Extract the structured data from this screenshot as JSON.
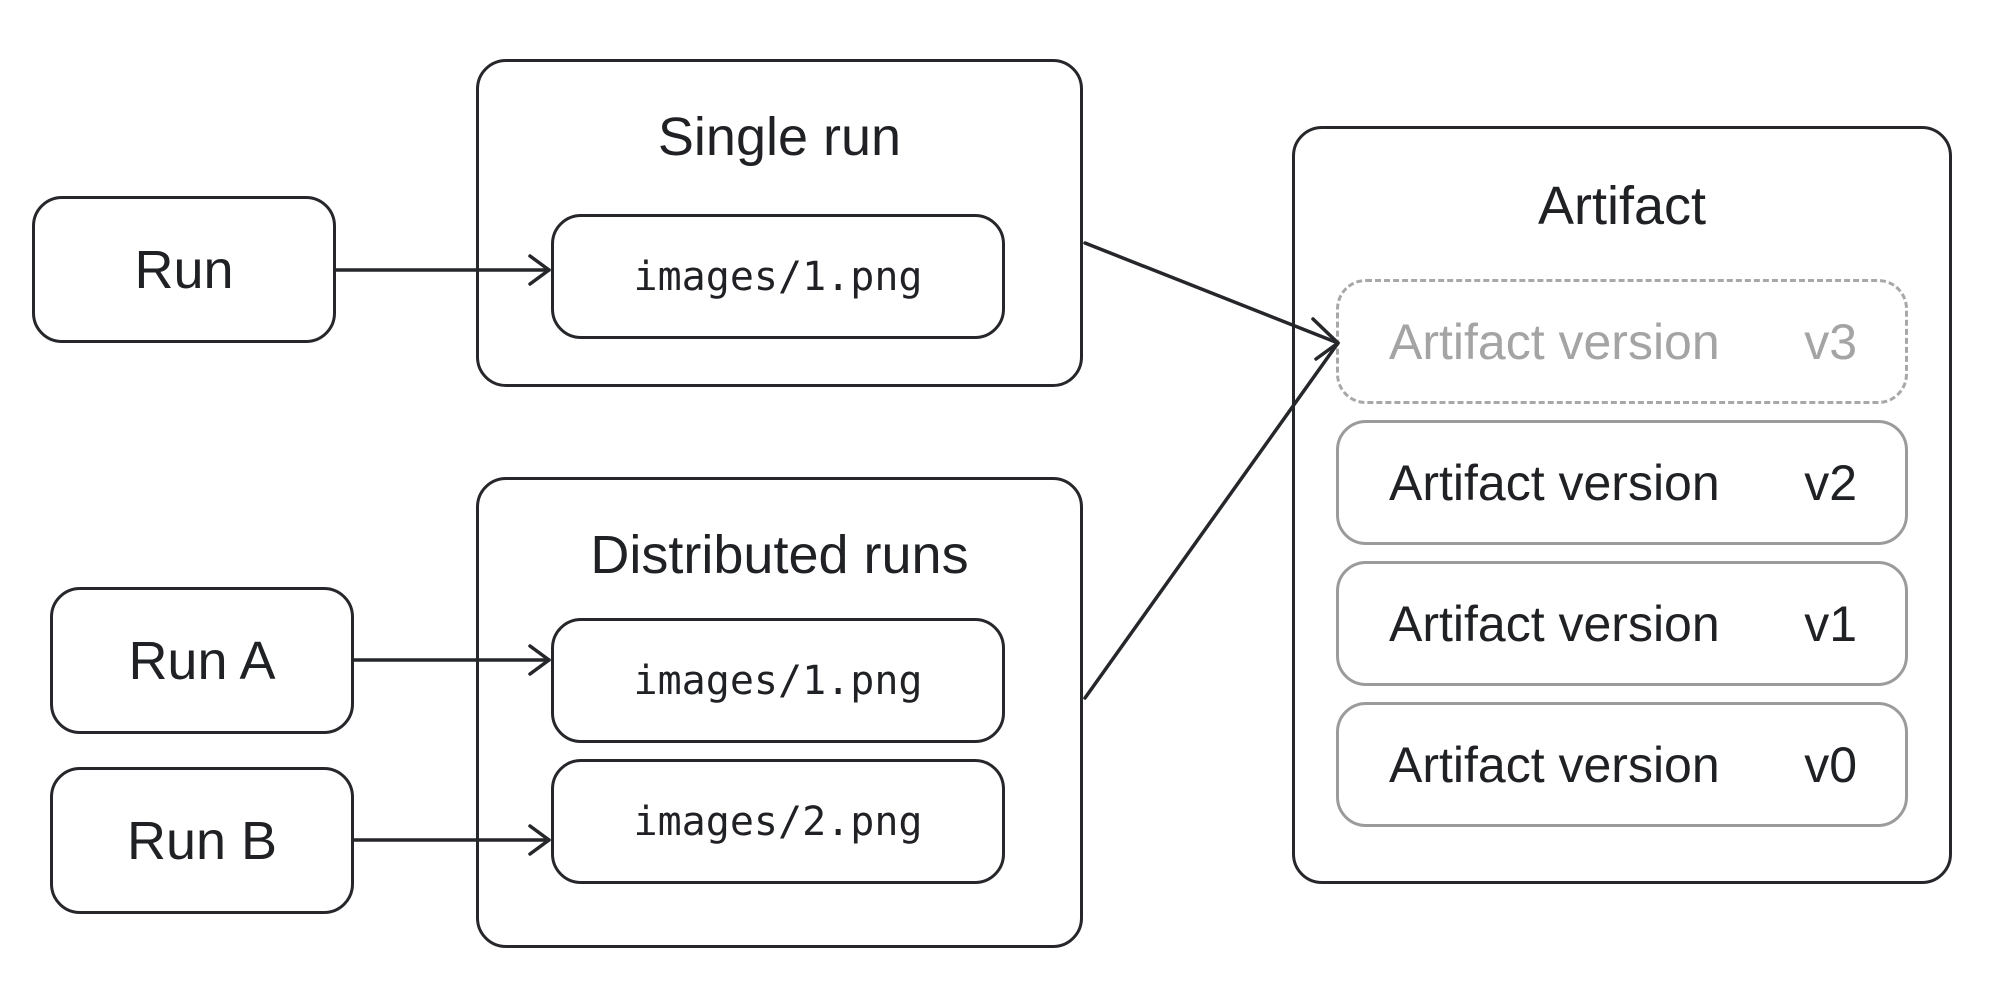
{
  "runs": {
    "single_run": "Run",
    "run_a": "Run A",
    "run_b": "Run B"
  },
  "single_group": {
    "title": "Single run",
    "file": "images/1.png"
  },
  "distributed_group": {
    "title": "Distributed runs",
    "files": [
      "images/1.png",
      "images/2.png"
    ]
  },
  "artifact": {
    "title": "Artifact",
    "versions": [
      {
        "label": "Artifact version",
        "tag": "v3",
        "state": "pending"
      },
      {
        "label": "Artifact version",
        "tag": "v2",
        "state": "committed"
      },
      {
        "label": "Artifact version",
        "tag": "v1",
        "state": "committed"
      },
      {
        "label": "Artifact version",
        "tag": "v0",
        "state": "committed"
      }
    ]
  },
  "colors": {
    "stroke": "#25272b",
    "committed_border": "#9b9b9b",
    "pending_border": "#a8a8a8",
    "pending_text": "#a4a4a4"
  }
}
